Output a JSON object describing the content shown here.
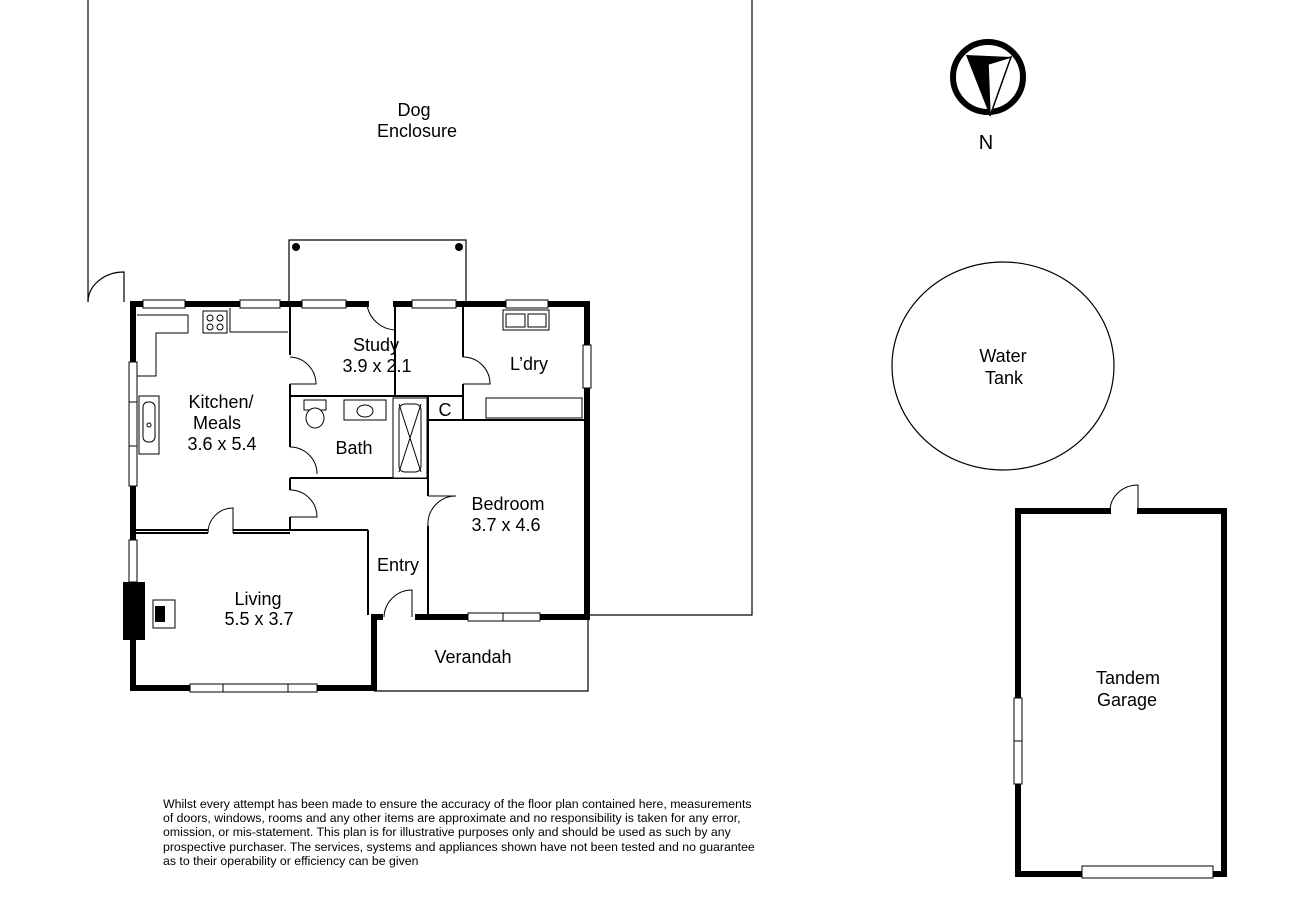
{
  "rooms": {
    "dog_enclosure": [
      "Dog",
      "Enclosure"
    ],
    "study": [
      "Study",
      "3.9 x 2.1"
    ],
    "laundry": "L’dry",
    "kitchen_meals": [
      "Kitchen/",
      "Meals",
      "3.6 x 5.4"
    ],
    "bath": "Bath",
    "cupboard": "C",
    "bedroom": [
      "Bedroom",
      "3.7 x 4.6"
    ],
    "entry": "Entry",
    "living": [
      "Living",
      "5.5 x 3.7"
    ],
    "verandah": "Verandah",
    "water_tank": [
      "Water",
      "Tank"
    ],
    "tandem_garage": [
      "Tandem",
      "Garage"
    ]
  },
  "compass": {
    "label": "N",
    "icon": "north-arrow-icon"
  },
  "disclaimer": [
    "Whilst every attempt has been made to ensure the accuracy of the floor plan contained here, measurements",
    "of doors, windows, rooms and any other items are approximate and no responsibility is taken for any error,",
    "omission, or mis-statement.  This plan is for illustrative purposes only and should be used as such by any",
    "prospective purchaser.  The services, systems and appliances shown have not been tested and no guarantee",
    "as to their operability or efficiency can be given"
  ],
  "colors": {
    "line": "#000000",
    "background": "#ffffff"
  }
}
